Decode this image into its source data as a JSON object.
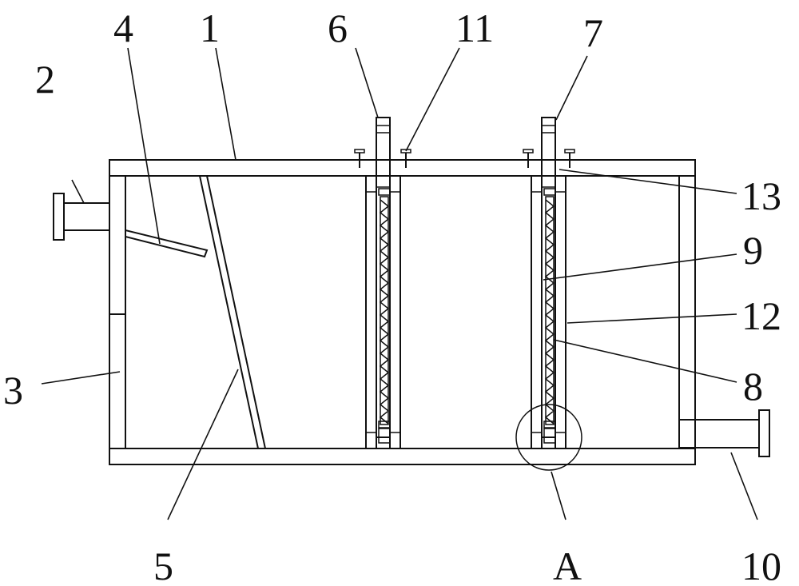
{
  "labels": {
    "n1": "1",
    "n2": "2",
    "n3": "3",
    "n4": "4",
    "n5": "5",
    "n6": "6",
    "n7": "7",
    "n8": "8",
    "n9": "9",
    "n10": "10",
    "n11": "11",
    "n12": "12",
    "n13": "13",
    "detail": "A"
  },
  "colors": {
    "line": "#111111",
    "background": "#ffffff"
  }
}
